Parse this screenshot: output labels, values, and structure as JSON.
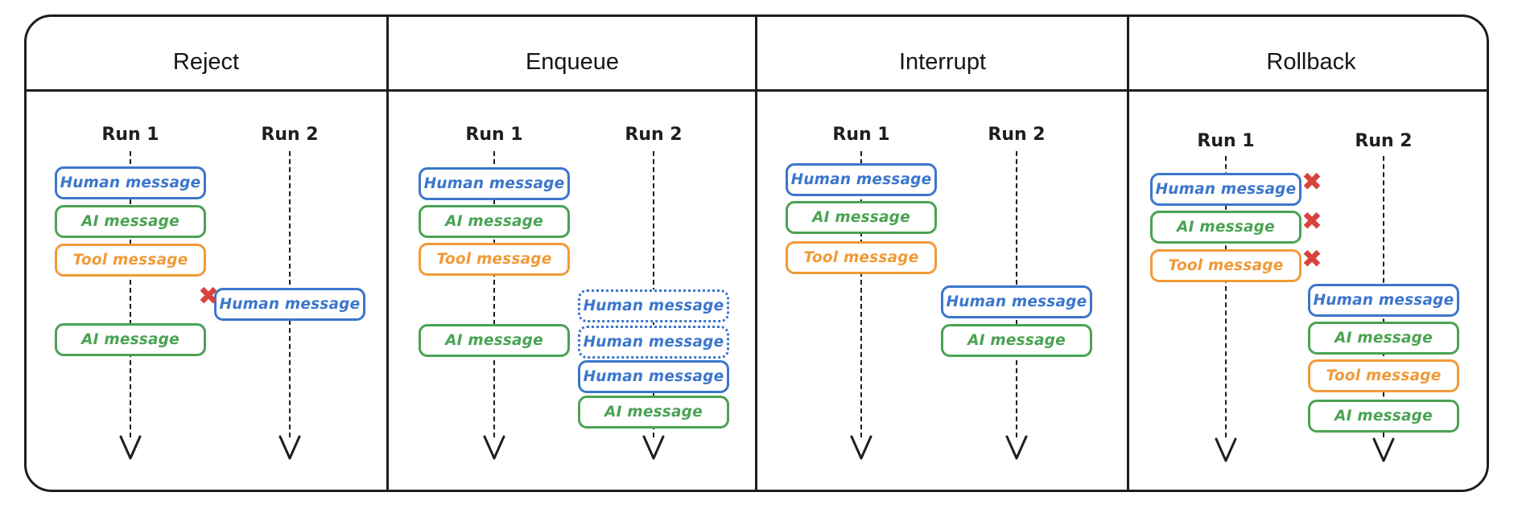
{
  "diagram": {
    "panels": [
      {
        "title": "Reject",
        "runs": [
          {
            "label": "Run 1",
            "items": [
              {
                "kind": "human",
                "label": "Human message",
                "border": "solid"
              },
              {
                "kind": "ai",
                "label": "AI message",
                "border": "solid"
              },
              {
                "kind": "tool",
                "label": "Tool message",
                "border": "solid"
              },
              {
                "kind": "ai",
                "label": "AI message",
                "border": "solid"
              }
            ]
          },
          {
            "label": "Run 2",
            "items": [
              {
                "kind": "human",
                "label": "Human message",
                "border": "solid",
                "mark": "rejected-x-left"
              }
            ]
          }
        ]
      },
      {
        "title": "Enqueue",
        "runs": [
          {
            "label": "Run 1",
            "items": [
              {
                "kind": "human",
                "label": "Human message",
                "border": "solid"
              },
              {
                "kind": "ai",
                "label": "AI message",
                "border": "solid"
              },
              {
                "kind": "tool",
                "label": "Tool message",
                "border": "solid"
              },
              {
                "kind": "ai",
                "label": "AI message",
                "border": "solid"
              }
            ]
          },
          {
            "label": "Run 2",
            "items": [
              {
                "kind": "human",
                "label": "Human message",
                "border": "dotted"
              },
              {
                "kind": "human",
                "label": "Human message",
                "border": "dotted"
              },
              {
                "kind": "human",
                "label": "Human message",
                "border": "solid"
              },
              {
                "kind": "ai",
                "label": "AI message",
                "border": "solid"
              }
            ]
          }
        ]
      },
      {
        "title": "Interrupt",
        "runs": [
          {
            "label": "Run 1",
            "items": [
              {
                "kind": "human",
                "label": "Human message",
                "border": "solid"
              },
              {
                "kind": "ai",
                "label": "AI message",
                "border": "solid"
              },
              {
                "kind": "tool",
                "label": "Tool message",
                "border": "solid"
              }
            ]
          },
          {
            "label": "Run 2",
            "items": [
              {
                "kind": "human",
                "label": "Human message",
                "border": "solid"
              },
              {
                "kind": "ai",
                "label": "AI message",
                "border": "solid"
              }
            ]
          }
        ]
      },
      {
        "title": "Rollback",
        "runs": [
          {
            "label": "Run 1",
            "items": [
              {
                "kind": "human",
                "label": "Human message",
                "border": "solid",
                "mark": "rolled-back-x-right"
              },
              {
                "kind": "ai",
                "label": "AI message",
                "border": "solid",
                "mark": "rolled-back-x-right"
              },
              {
                "kind": "tool",
                "label": "Tool message",
                "border": "solid",
                "mark": "rolled-back-x-right"
              }
            ]
          },
          {
            "label": "Run 2",
            "items": [
              {
                "kind": "human",
                "label": "Human message",
                "border": "solid"
              },
              {
                "kind": "ai",
                "label": "AI message",
                "border": "solid"
              },
              {
                "kind": "tool",
                "label": "Tool message",
                "border": "solid"
              },
              {
                "kind": "ai",
                "label": "AI message",
                "border": "solid"
              }
            ]
          }
        ]
      }
    ],
    "marks": {
      "reject_x": "✖"
    },
    "colors": {
      "human_blue": "#3b76cc",
      "ai_green": "#4aa353",
      "tool_orange": "#f09a38",
      "x_red": "#d8443c",
      "line_black": "#1e1e1e",
      "background": "#ffffff"
    }
  }
}
